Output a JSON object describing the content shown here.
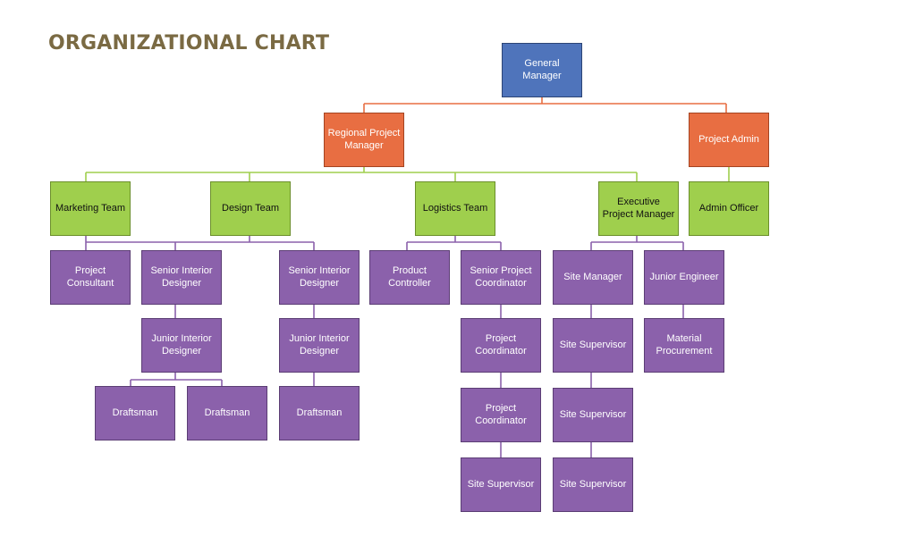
{
  "title": "ORGANIZATIONAL CHART",
  "colors": {
    "blue": "#4f74bb",
    "orange": "#e86e42",
    "green": "#9fcf4d",
    "purple": "#8b61ab",
    "line_orange": "#e86e42",
    "line_green": "#9fcf4d",
    "line_purple": "#8b61ab"
  },
  "nodes": {
    "general_manager": "General Manager",
    "regional_pm": "Regional Project Manager",
    "project_admin": "Project Admin",
    "marketing_team": "Marketing Team",
    "design_team": "Design Team",
    "logistics_team": "Logistics Team",
    "executive_pm": "Executive Project Manager",
    "admin_officer": "Admin Officer",
    "project_consultant": "Project Consultant",
    "senior_interior_designer_1": "Senior Interior Designer",
    "senior_interior_designer_2": "Senior Interior Designer",
    "junior_interior_designer_1": "Junior Interior Designer",
    "junior_interior_designer_2": "Junior Interior Designer",
    "draftsman_1": "Draftsman",
    "draftsman_2": "Draftsman",
    "draftsman_3": "Draftsman",
    "product_controller": "Product Controller",
    "senior_project_coordinator": "Senior Project Coordinator",
    "project_coordinator_1": "Project Coordinator",
    "project_coordinator_2": "Project Coordinator",
    "site_supervisor_1": "Site Supervisor",
    "site_manager": "Site Manager",
    "site_supervisor_2": "Site Supervisor",
    "site_supervisor_3": "Site Supervisor",
    "site_supervisor_4": "Site Supervisor",
    "junior_engineer": "Junior Engineer",
    "material_procurement": "Material Procurement"
  }
}
